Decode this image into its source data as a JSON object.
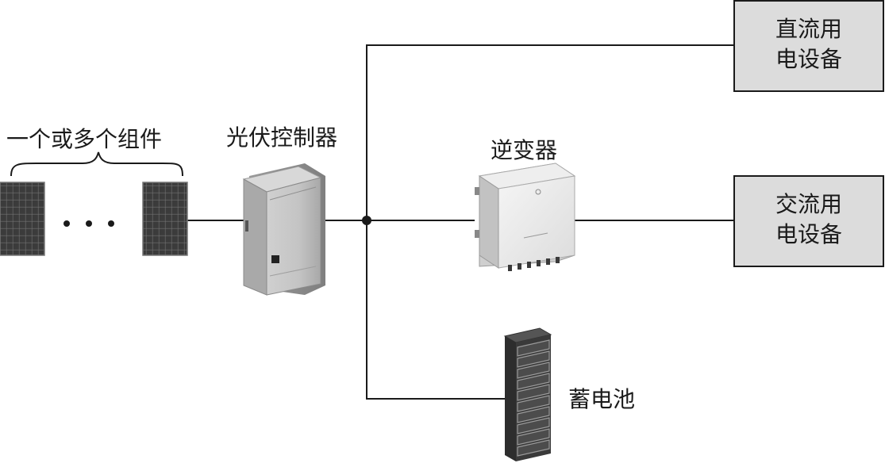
{
  "labels": {
    "modules": "一个或多个组件",
    "controller": "光伏控制器",
    "inverter": "逆变器",
    "battery": "蓄电池"
  },
  "dc_load": {
    "line1": "直流用",
    "line2": "电设备"
  },
  "ac_load": {
    "line1": "交流用",
    "line2": "电设备"
  },
  "ellipsis": "• • •",
  "colors": {
    "line": "#1a1a1a",
    "load_box_fill": "#dcdcdc",
    "load_box_border": "#1a1a1a",
    "panel_dark": "#3a3a3a",
    "controller_body": "#bdbdbd"
  }
}
